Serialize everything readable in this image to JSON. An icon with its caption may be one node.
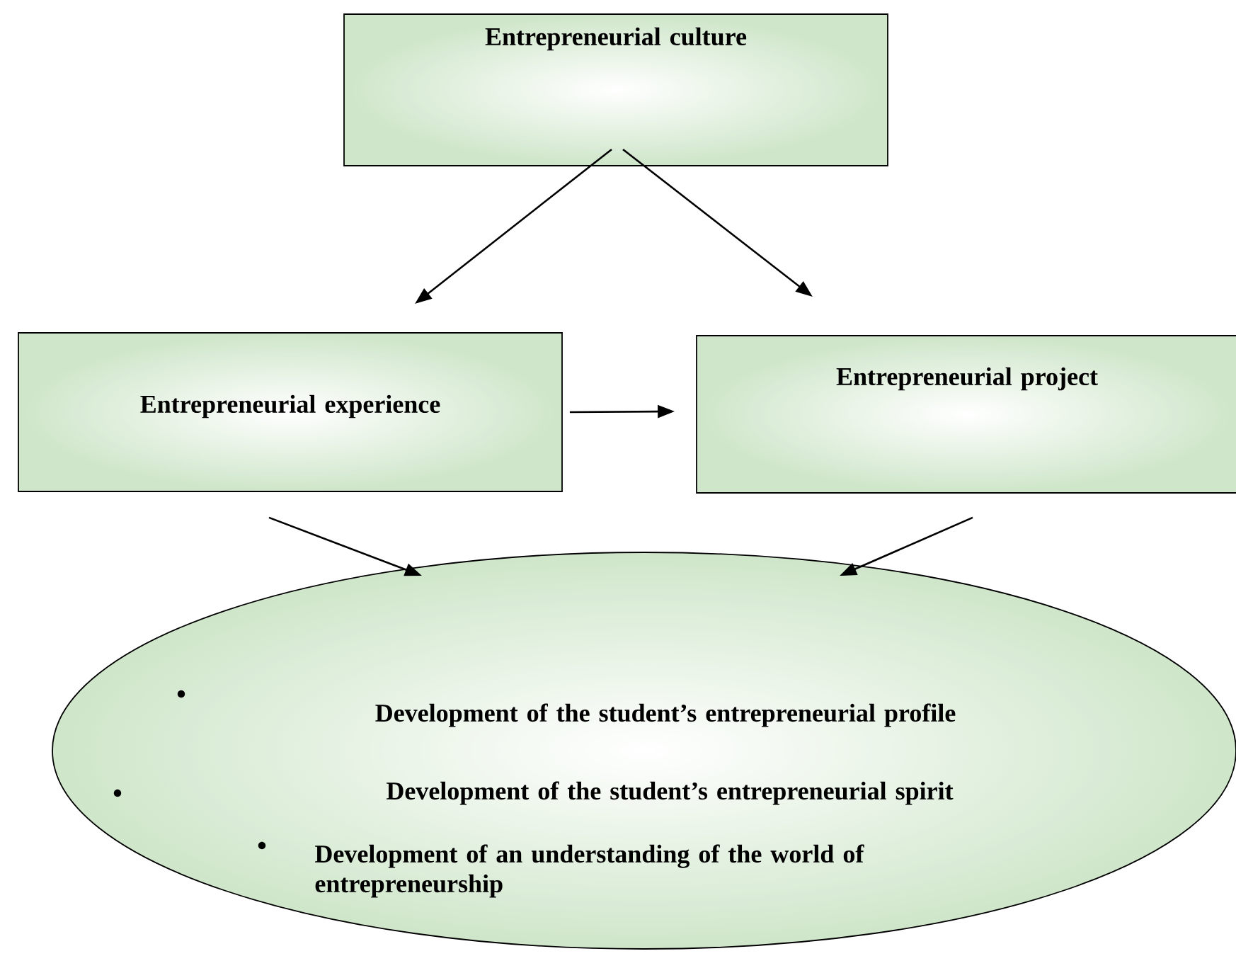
{
  "diagram": {
    "nodes": [
      {
        "text": [
          "Entrepreneurial culture"
        ]
      },
      {
        "text": [
          "Entrepreneurial experience"
        ]
      },
      {
        "text": [
          "Entrepreneurial project"
        ]
      },
      {
        "text": [
          "Development of the student’s entrepreneurial profile",
          "Development of the student’s entrepreneurial spirit",
          "Development of an understanding of the world of entrepreneurship"
        ]
      }
    ],
    "edges": [
      {
        "from": 0,
        "to": 1,
        "arrow": "to"
      },
      {
        "from": 0,
        "to": 2,
        "arrow": "to"
      },
      {
        "from": 1,
        "to": 2,
        "arrow": "to"
      },
      {
        "from": 1,
        "to": 3,
        "arrow": "to"
      },
      {
        "from": 2,
        "to": 3,
        "arrow": "to"
      }
    ]
  }
}
